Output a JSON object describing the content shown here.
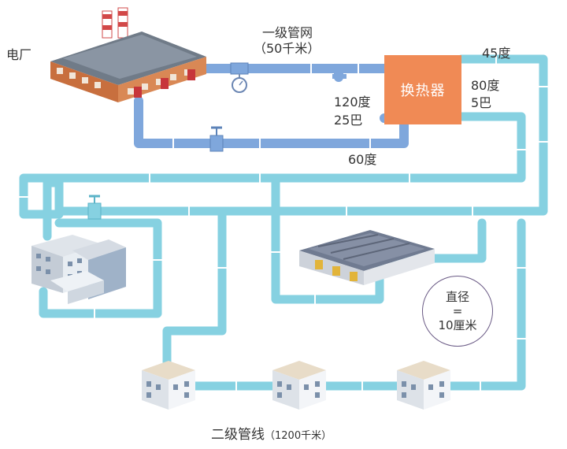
{
  "labels": {
    "power_plant": "电厂",
    "primary_network_name": "一级管网",
    "primary_network_length": "（50千米）",
    "heat_exchanger": "换热器",
    "supply_temp_primary": "120度",
    "supply_pressure_primary": "25巴",
    "return_temp_primary": "60度",
    "return_temp_secondary": "45度",
    "supply_temp_secondary": "80度",
    "supply_pressure_secondary": "5巴",
    "diameter_title": "直径",
    "diameter_eq": "=",
    "diameter_value": "10厘米",
    "secondary_network_name": "二级管线",
    "secondary_network_length": "（1200千米）"
  },
  "colors": {
    "primary_pipe": "#7fa7dc",
    "secondary_pipe": "#86d1e1",
    "heat_exchanger": "#f08a55",
    "diameter_border": "#6a5a85"
  },
  "icons": [
    "pressure-gauge-icon",
    "valve-icon"
  ]
}
